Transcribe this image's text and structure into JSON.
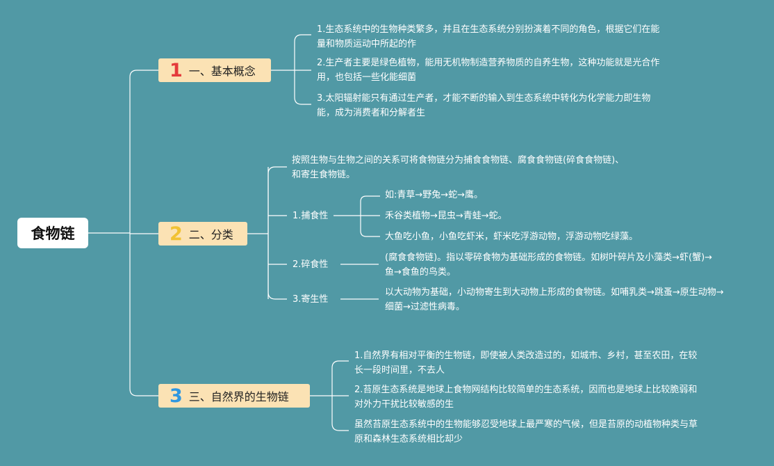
{
  "root": {
    "title": "食物链"
  },
  "branches": [
    {
      "number": "1",
      "label": "一、基本概念",
      "items": [
        "1.生态系统中的生物种类繁多，并且在生态系统分别扮演着不同的角色，根据它们在能量和物质运动中所起的作",
        "2.生产者主要是绿色植物，能用无机物制造营养物质的自养生物，这种功能就是光合作用，也包括一些化能细菌",
        "3.太阳辐射能只有通过生产者，才能不断的输入到生态系统中转化为化学能力即生物能，成为消费者和分解者生"
      ]
    },
    {
      "number": "2",
      "label": "二、分类",
      "intro": "按照生物与生物之间的关系可将食物链分为捕食食物链、腐食食物链(碎食食物链)、和寄生食物链。",
      "sub": [
        {
          "label": "1.捕食性",
          "items": [
            "如:青草→野兔→蛇→鹰。",
            "禾谷类植物→昆虫→青蛙→蛇。",
            "大鱼吃小鱼，小鱼吃虾米，虾米吃浮游动物，浮游动物吃绿藻。"
          ]
        },
        {
          "label": "2.碎食性",
          "items": [
            "(腐食食物链)。指以零碎食物为基础形成的食物链。如树叶碎片及小藻类→虾(蟹)→鱼→食鱼的鸟类。"
          ]
        },
        {
          "label": "3.寄生性",
          "items": [
            "以大动物为基础，小动物寄生到大动物上形成的食物链。如哺乳类→跳蚤→原生动物→细菌→过滤性病毒。"
          ]
        }
      ]
    },
    {
      "number": "3",
      "label": "三、自然界的生物链",
      "items": [
        "1.自然界有相对平衡的生物链，即使被人类改造过的，如城市、乡村，甚至农田，在较长一段时间里，不去人",
        "2.苔原生态系统是地球上食物网结构比较简单的生态系统，因而也是地球上比较脆弱和对外力干扰比较敏感的生",
        "虽然苔原生态系统中的生物能够忍受地球上最严寒的气候，但是苔原的动植物种类与草原和森林生态系统相比却少"
      ]
    }
  ]
}
